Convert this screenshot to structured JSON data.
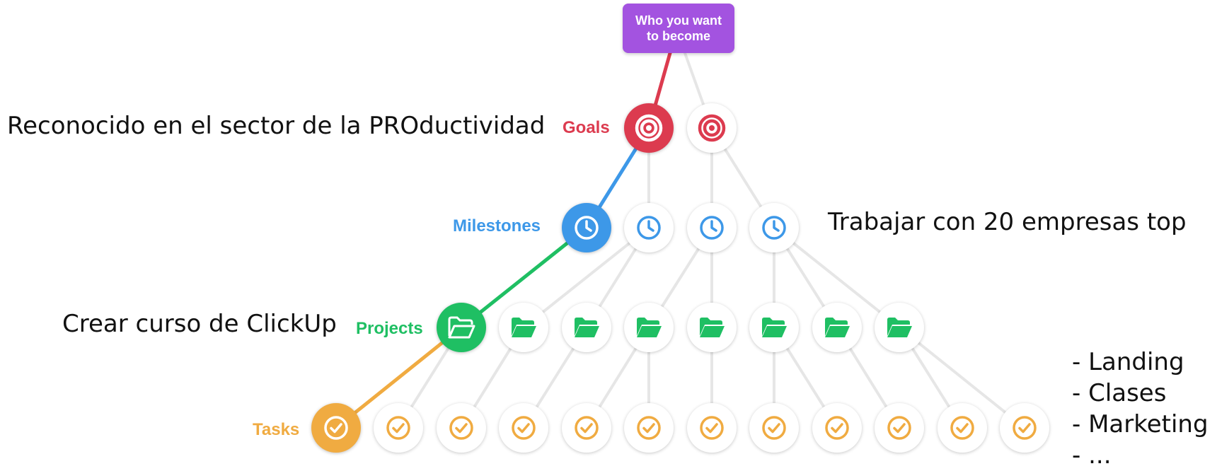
{
  "root": {
    "label": "Who you want to become"
  },
  "levels": {
    "goals": {
      "label": "Goals",
      "color": "#dc3b4f"
    },
    "milestones": {
      "label": "Milestones",
      "color": "#3d98e8"
    },
    "projects": {
      "label": "Projects",
      "color": "#1fbf63"
    },
    "tasks": {
      "label": "Tasks",
      "color": "#f0ab41"
    }
  },
  "highlight_path": [
    "goal-1",
    "milestone-1",
    "project-1",
    "task-1"
  ],
  "notes": {
    "goal": "Reconocido en el sector de la PROductividad",
    "milestone": "Trabajar con 20 empresas top",
    "project": "Crear curso de ClickUp",
    "tasks": [
      "- Landing",
      "- Clases",
      "- Marketing",
      "- ..."
    ]
  },
  "icons": {
    "goal": "target-icon",
    "milestone": "clock-icon",
    "project": "folder-icon",
    "task": "check-circle-icon"
  },
  "colors": {
    "root": "#a353e0",
    "connector": "#e6e6e6"
  }
}
